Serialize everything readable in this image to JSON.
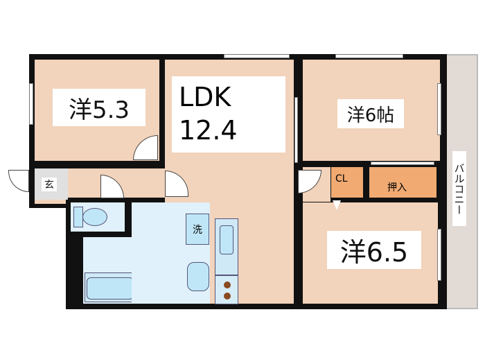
{
  "rooms": {
    "western_1": "洋5.3",
    "ldk_line1": "LDK",
    "ldk_line2": "12.4",
    "western_2": "洋6帖",
    "western_3": "洋6.5",
    "closet": "CL",
    "oshiire": "押入",
    "entrance": "玄",
    "laundry": "洗",
    "balcony": "バルコニー"
  },
  "colors": {
    "room": "#f2d3bb",
    "wet_area": "#e0f1fb",
    "storage": "#f0aa72",
    "wall": "#111111",
    "balcony": "#e2dad4"
  }
}
